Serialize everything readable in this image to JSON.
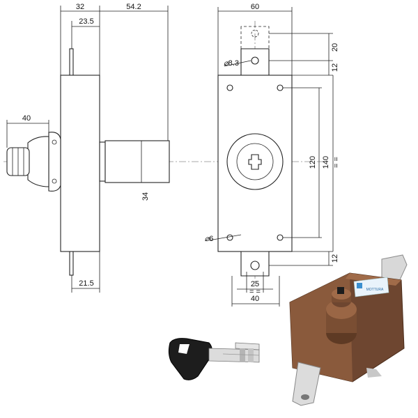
{
  "side_view": {
    "dim_top_left": "32",
    "dim_top_right": "54.2",
    "dim_inner": "23.5",
    "dim_knob": "40",
    "dim_cylinder_diameter": "34",
    "dim_bottom": "21.5"
  },
  "front_view": {
    "dim_width": "60",
    "dim_upper_slot": "20",
    "dim_upper_plate": "12",
    "dim_hole_large": "8.3",
    "dim_center_holes": "120",
    "dim_total_height": "140",
    "dim_hole_small": "6",
    "dim_lower_plate": "12",
    "dim_slot_spacing": "25",
    "dim_bottom_width": "40"
  },
  "product": {
    "label_brand": "MOTTURA",
    "colors": {
      "body": "#8a5a3c",
      "body_dark": "#5e3a24",
      "steel": "#d9d9d9",
      "key_head": "#222222",
      "label_bg": "#e9f3fb",
      "label_logo": "#3a8fd0"
    }
  }
}
